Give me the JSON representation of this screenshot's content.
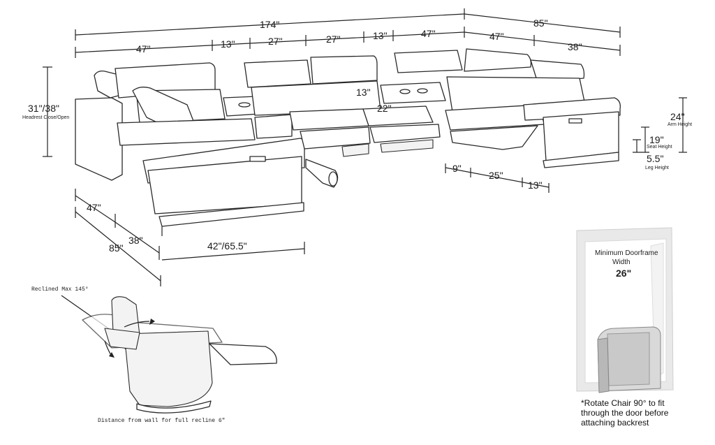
{
  "diagram": {
    "top_dims": {
      "overall_width": "174\"",
      "right_depth": "85\"",
      "seg_left": "47\"",
      "seg_13a": "13\"",
      "seg_27a": "27\"",
      "seg_27b": "27\"",
      "seg_13b": "13\"",
      "seg_47b": "47\"",
      "seg_47c": "47\"",
      "seg_38": "38\""
    },
    "headrest": {
      "value": "31\"/38\"",
      "caption": "Headrest Close/Open"
    },
    "inner_dims": {
      "console_height": "13\"",
      "seat_depth": "22\""
    },
    "heights": {
      "arm_value": "24\"",
      "arm_caption": "Arm Height",
      "seat_value": "19\"",
      "seat_caption": "Seat Height",
      "leg_value": "5.5\"",
      "leg_caption": "Leg Height"
    },
    "bottom_right_dims": {
      "d9": "9\"",
      "d25": "25\"",
      "d13": "13\""
    },
    "left_dims": {
      "d47": "47\"",
      "d38": "38\"",
      "d85": "85\"",
      "width_closed_open": "42\"/65.5\""
    },
    "recliner": {
      "max_label": "Reclined Max 145°",
      "wall_distance": "Distance from wall for full recline 6\""
    },
    "door": {
      "title_line1": "Minimum Doorframe",
      "title_line2": "Width",
      "width_value": "26\"",
      "note_line1": "*Rotate Chair 90° to fit",
      "note_line2": "through the door before",
      "note_line3": "attaching backrest"
    }
  }
}
